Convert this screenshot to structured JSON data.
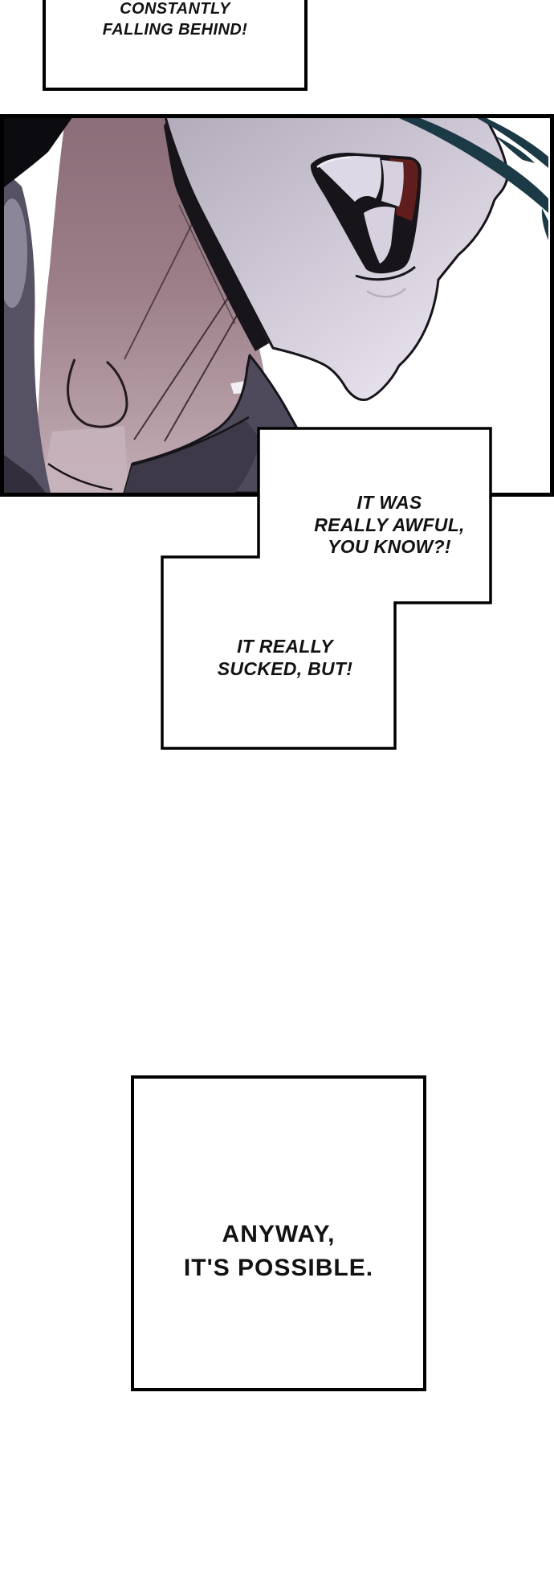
{
  "page": {
    "background": "#ffffff"
  },
  "speech": {
    "top_bubble": "CONSTANTLY\nFALLING BEHIND!",
    "awful": "IT WAS\nREALLY AWFUL,\nYOU KNOW?!",
    "sucked": "IT REALLY\nSUCKED, BUT!",
    "caption": "ANYWAY,\nIT'S POSSIBLE."
  },
  "colors": {
    "ink": "#000000",
    "outline": "#17141a",
    "panel_bg": "#ffffff",
    "neck_top": "#8a6d78",
    "neck_mid": "#9b7e88",
    "neck_low": "#c3aeb6",
    "chest_light": "#c6b3bb",
    "face_shadow": "#b2abba",
    "face_mid": "#cfc8d6",
    "face_light": "#ece7f2",
    "hair_black": "#0b0b10",
    "hair_teal": "#1c3a45",
    "garment_left": "#575263",
    "garment_light": "#8b8799",
    "garment_dark": "#322e3b",
    "jacket": "#4f4a5b",
    "jacket_inner": "#3e3949",
    "teeth": "#ddd8e6",
    "teeth_lower": "#d6d0df",
    "mouth_red": "#5f1d1d",
    "crease": "#46313a",
    "crease_light": "#5a4049",
    "skin_line": "#241a20",
    "chin_soft": "#b9aec0",
    "gleam": "#f2eff5",
    "bubble_fill": "#ffffff"
  }
}
